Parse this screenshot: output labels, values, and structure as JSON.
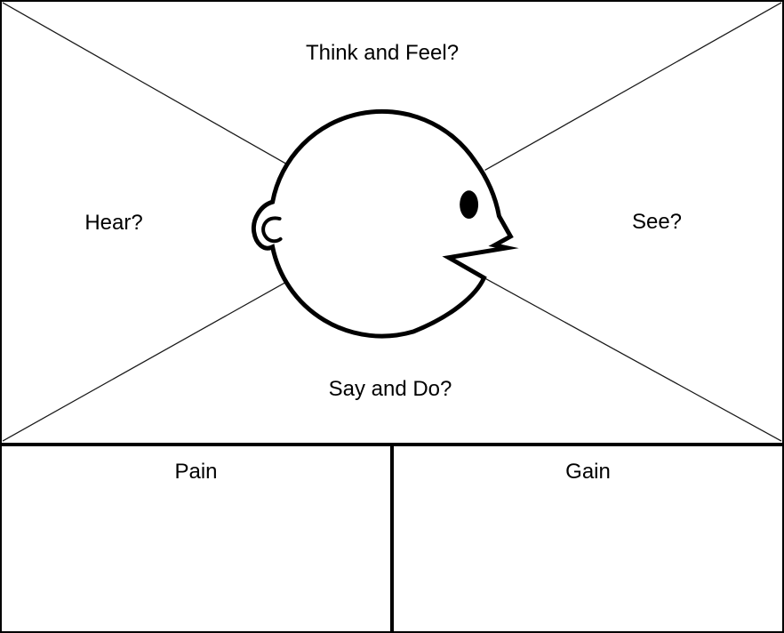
{
  "quadrants": {
    "think_feel": "Think and Feel?",
    "hear": "Hear?",
    "see": "See?",
    "say_do": "Say and Do?"
  },
  "bottom_sections": {
    "pain": "Pain",
    "gain": "Gain"
  },
  "figure": {
    "icon": "head-profile-icon",
    "description_parts": [
      "head-outline",
      "ear-icon",
      "eye-icon",
      "open-mouth",
      "nose"
    ]
  },
  "colors": {
    "outline": "#000000",
    "thin_line": "#1a1a1a",
    "background": "#ffffff"
  }
}
